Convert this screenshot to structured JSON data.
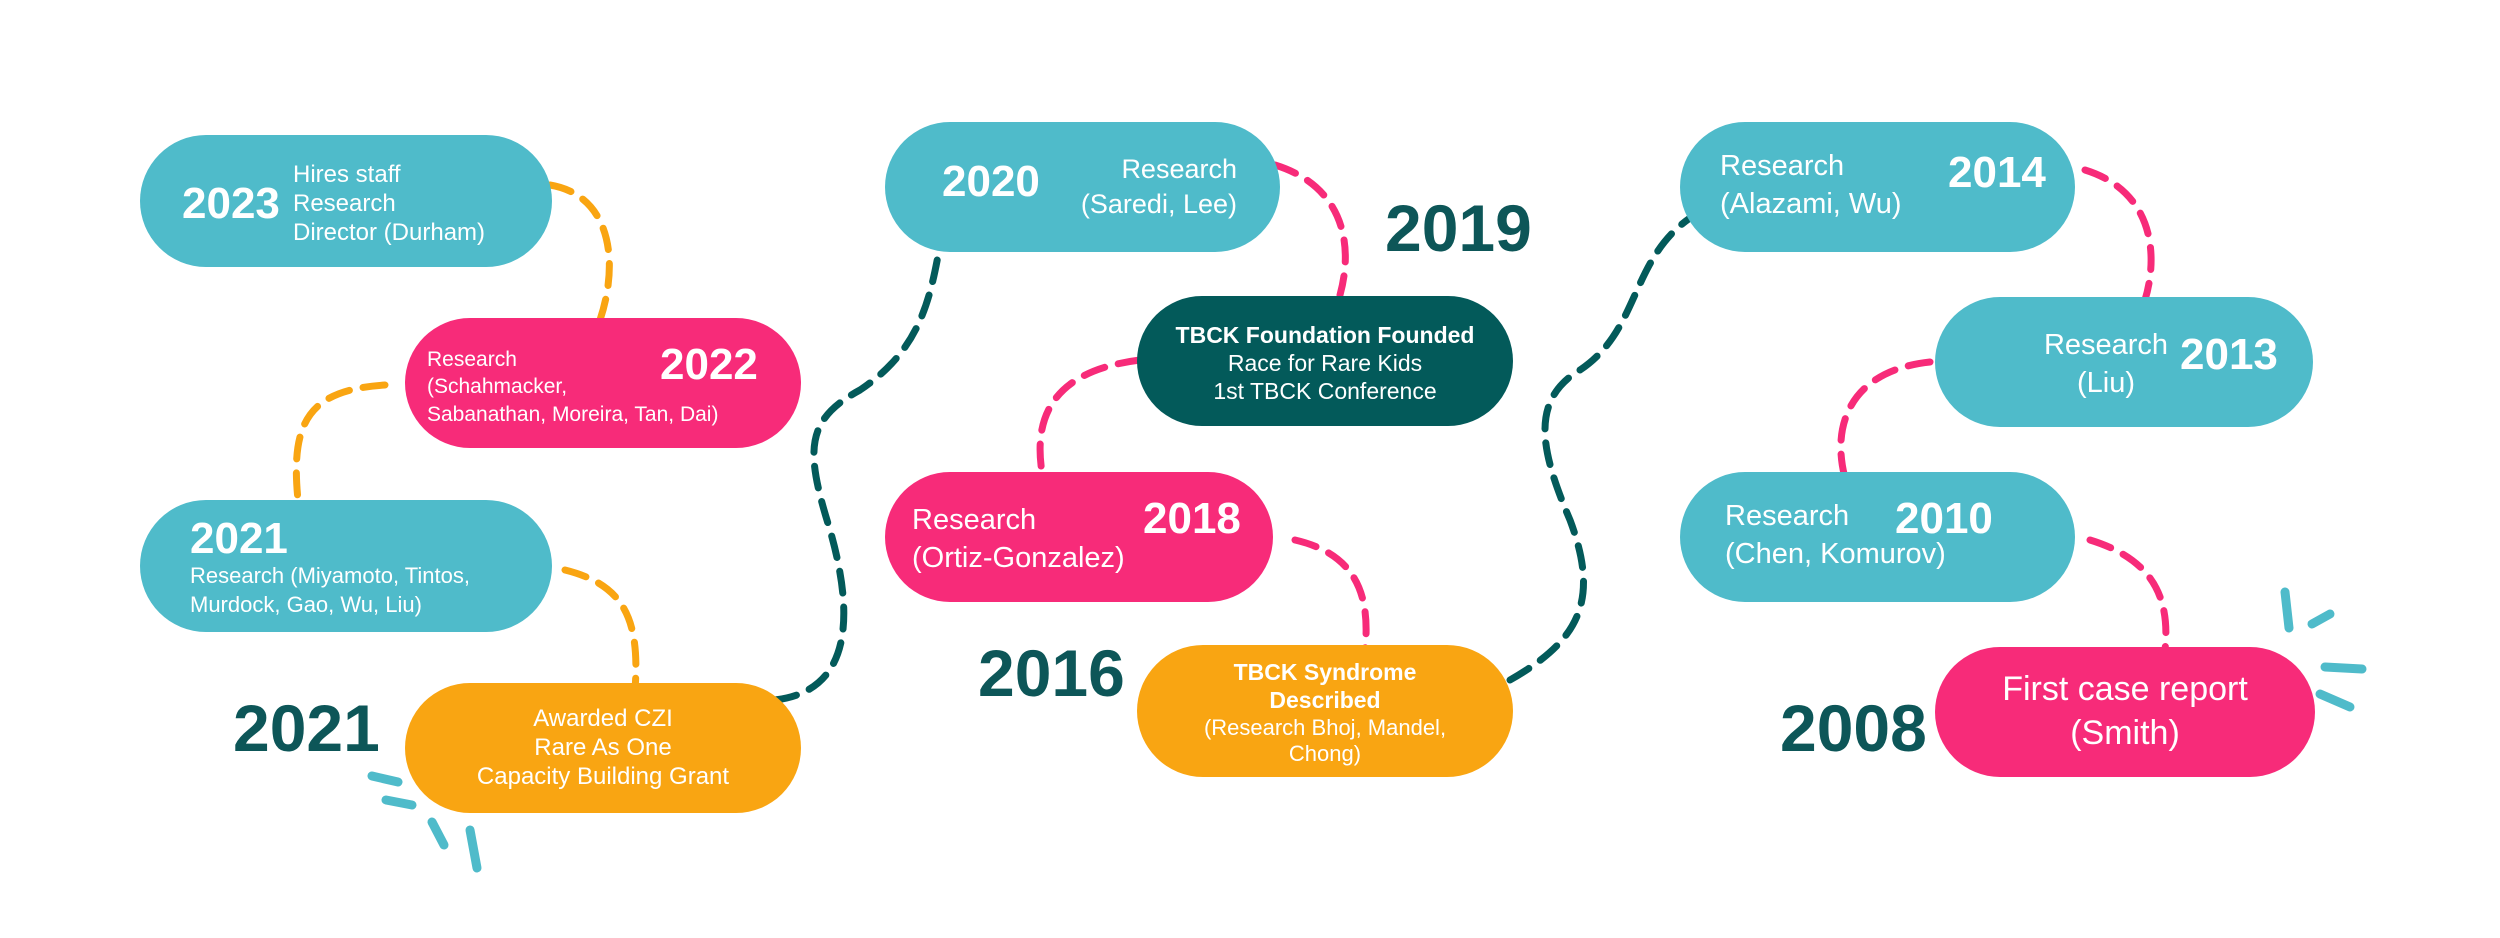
{
  "colors": {
    "teal": "#4fbbca",
    "pink": "#f72b79",
    "orange": "#f9a512",
    "dark_teal": "#035a5a",
    "year_text": "#0d5658"
  },
  "events": {
    "e2023": {
      "year": "2023",
      "text": "Hires staff\nResearch\nDirector (Durham)"
    },
    "e2022": {
      "year": "2022",
      "text": "Research\n(Schahmacker,\nSabanathan, Moreira, Tan, Dai)"
    },
    "e2021a": {
      "year": "2021",
      "text": "Research (Miyamoto, Tintos,\nMurdock, Gao, Wu, Liu)"
    },
    "e2021b": {
      "year": "2021",
      "text": "Awarded CZI\nRare As One\nCapacity Building Grant"
    },
    "e2020": {
      "year": "2020",
      "text": "Research\n(Saredi, Lee)"
    },
    "e2019": {
      "year": "2019",
      "title": "TBCK Foundation Founded",
      "text": "Race for Rare Kids\n1st TBCK Conference"
    },
    "e2018": {
      "year": "2018",
      "text": "Research\n(Ortiz-Gonzalez)"
    },
    "e2016": {
      "year": "2016",
      "title": "TBCK Syndrome\nDescribed",
      "text": "(Research Bhoj, Mandel,\nChong)"
    },
    "e2014": {
      "year": "2014",
      "text": "Research\n(Alazami, Wu)"
    },
    "e2013": {
      "year": "2013",
      "text": "Research\n(Liu)"
    },
    "e2010": {
      "year": "2010",
      "text": "Research\n(Chen, Komurov)"
    },
    "e2008": {
      "year": "2008",
      "text": "First case report\n(Smith)"
    }
  },
  "decorations": [
    "sparkle-icon",
    "sparkle-icon"
  ]
}
